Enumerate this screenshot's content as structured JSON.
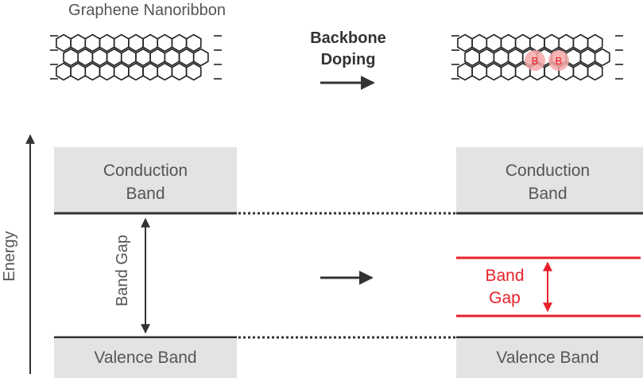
{
  "top": {
    "ribbon_title": "Graphene Nanoribbon",
    "process_label_line1": "Backbone",
    "process_label_line2": "Doping",
    "dopant_symbol": "B"
  },
  "axis": {
    "label": "Energy"
  },
  "left_panel": {
    "conduction_line1": "Conduction",
    "conduction_line2": "Band",
    "gap_label": "Band Gap",
    "valence_label": "Valence Band"
  },
  "right_panel": {
    "conduction_line1": "Conduction",
    "conduction_line2": "Band",
    "gap_line1": "Band",
    "gap_line2": "Gap",
    "valence_label": "Valence Band"
  },
  "colors": {
    "band_fill": "#e3e3e3",
    "line_dark": "#333333",
    "text_gray": "#555555",
    "dopant_red": "#e8202a",
    "dopant_halo": "#f6a8a8"
  }
}
